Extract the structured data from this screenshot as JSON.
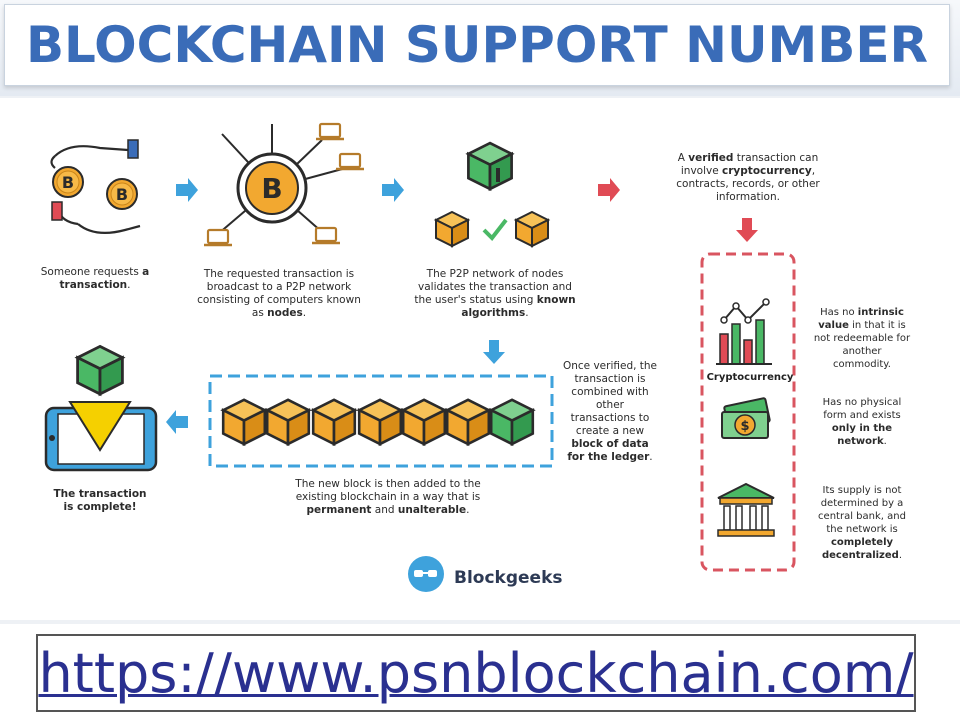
{
  "header": {
    "title": "BLOCKCHAIN SUPPORT NUMBER"
  },
  "steps": {
    "s1": {
      "pre": "Someone requests ",
      "bold": "a transaction",
      "post": "."
    },
    "s2": {
      "pre": "The requested transaction is broadcast to a P2P network consisting of computers known as ",
      "bold": "nodes",
      "post": "."
    },
    "s3": {
      "pre": "The P2P network of nodes validates the transaction and the user's status using ",
      "bold": "known algorithms",
      "post": "."
    },
    "s4": {
      "pre": "A ",
      "bold1": "verified",
      "mid": " transaction can involve ",
      "bold2": "cryptocurrency",
      "post": ", contracts, records, or other information."
    },
    "s5": {
      "pre": "Once verified, the transaction is combined with other transactions to create a new ",
      "bold": "block of data for the ledger",
      "post": "."
    },
    "s6": {
      "pre": "The new block is then added to the existing blockchain in a way that is ",
      "bold1": "permanent",
      "mid": " and ",
      "bold2": "unalterable",
      "post": "."
    },
    "s7": {
      "text1": "The transaction",
      "text2": "is complete!"
    }
  },
  "crypto": {
    "title": "Cryptocurrency",
    "f1": {
      "pre": "Has no ",
      "bold": "intrinsic value",
      "post": " in that it is not redeemable for another commodity."
    },
    "f2": {
      "pre": "Has no physical form and exists ",
      "bold": "only in the network",
      "post": "."
    },
    "f3": {
      "pre": "Its supply is not determined by a central bank, and the network is ",
      "bold": "completely decentralized",
      "post": "."
    }
  },
  "brand": {
    "name": "Blockgeeks"
  },
  "footer": {
    "url": "https://www.psnblockchain.com/"
  },
  "colors": {
    "title": "#3a6cb8",
    "arrow_blue": "#3ea2dc",
    "arrow_red": "#e04b55",
    "cube_orange": "#f2a830",
    "cube_green": "#4ab865",
    "dash_blue": "#3ea2dc",
    "dash_red": "#d95560",
    "url": "#2a3090"
  }
}
